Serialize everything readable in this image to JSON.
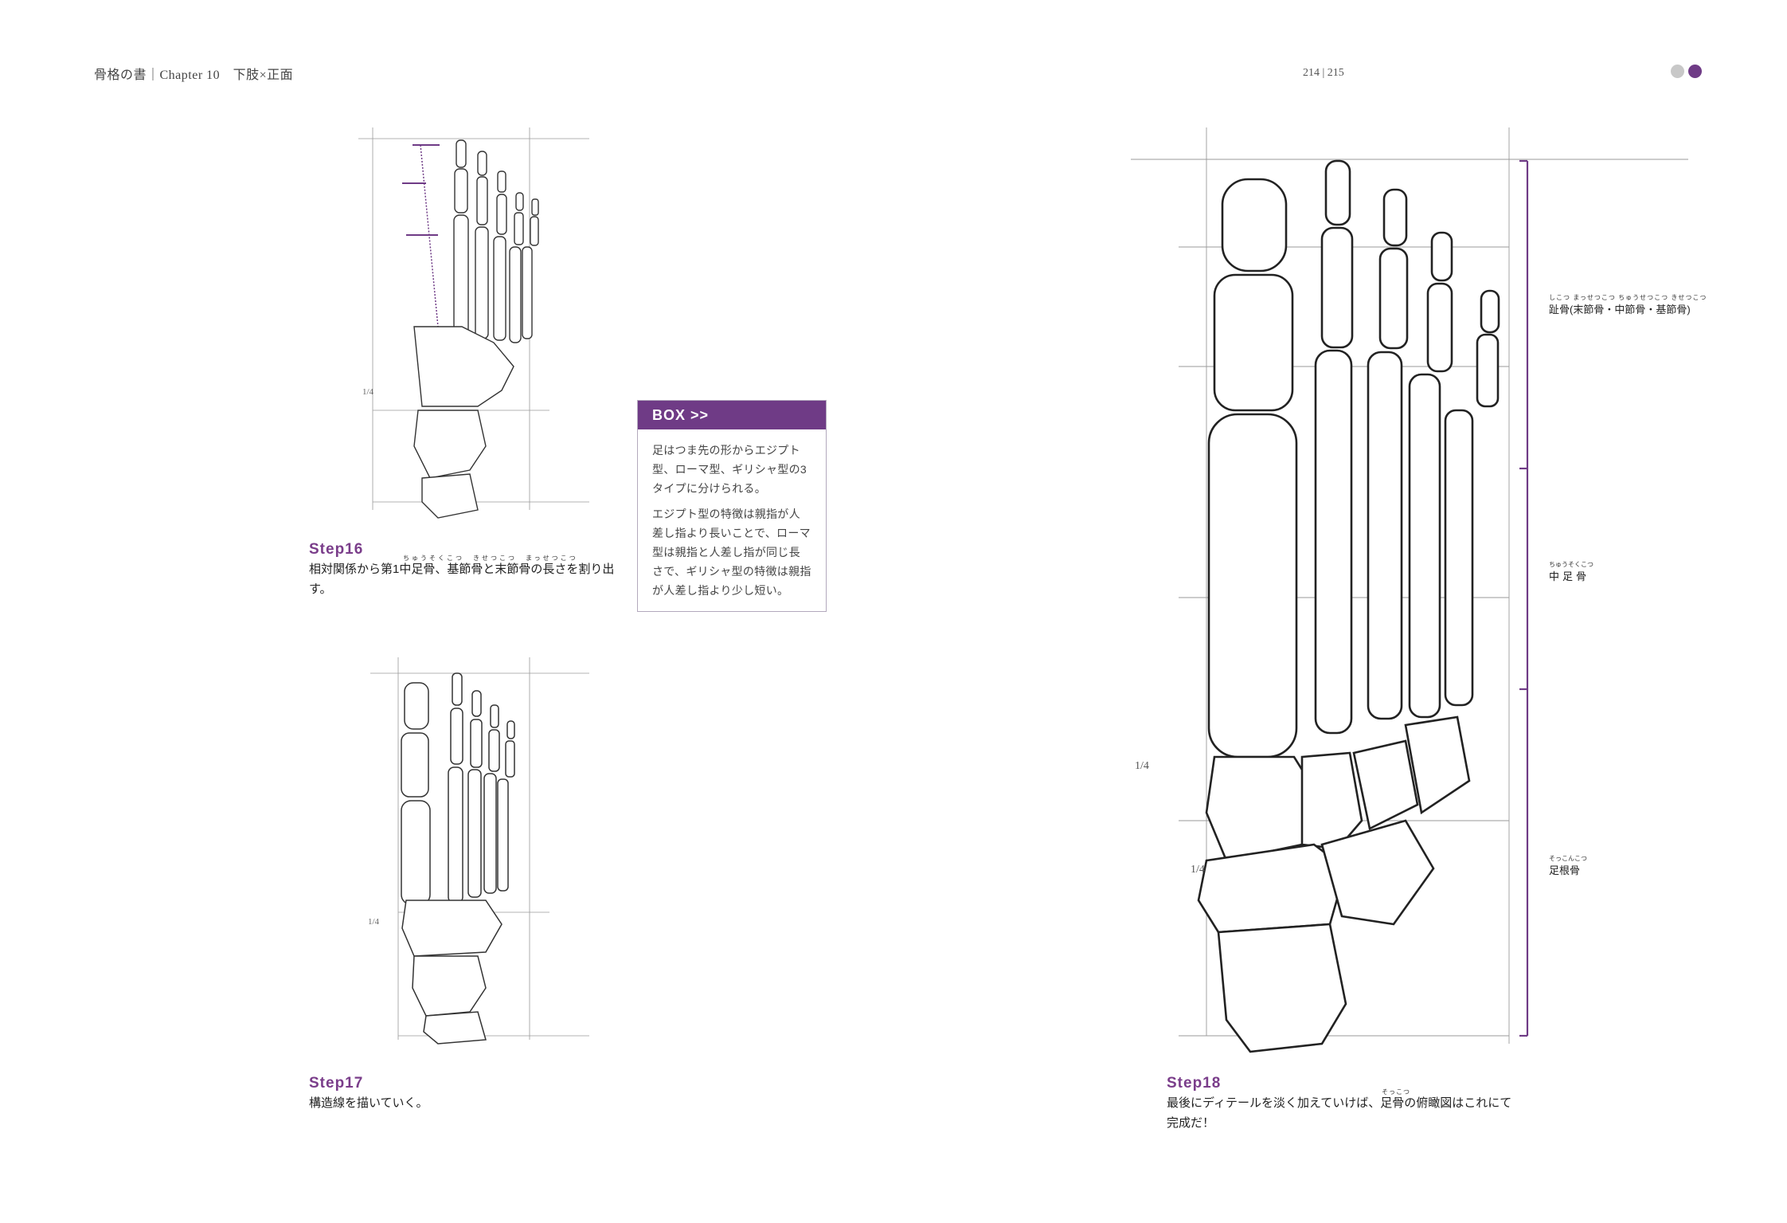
{
  "header": {
    "left": "骨格の書｜Chapter 10　下肢×正面",
    "pages": "214 | 215",
    "dots": [
      "#c8c8c8",
      "#6f3b86"
    ]
  },
  "steps": [
    {
      "title": "Step16",
      "ruby": "ちゅうそくこつ　きせつこつ　まっせつこつ",
      "text": "相対関係から第1中足骨、基節骨と末節骨の長さを割り出す。"
    },
    {
      "title": "Step17",
      "text": "構造線を描いていく。"
    },
    {
      "title": "Step18",
      "ruby": "そっこつ",
      "text": "最後にディテールを淡く加えていけば、足骨の俯瞰図はこれにて完成だ！"
    }
  ],
  "box": {
    "title": "BOX >>",
    "paragraphs": [
      "足はつま先の形からエジプト型、ローマ型、ギリシャ型の3タイプに分けられる。",
      "エジプト型の特徴は親指が人差し指より長いことで、ローマ型は親指と人差し指が同じ長さで、ギリシャ型の特徴は親指が人差し指より少し短い。"
    ]
  },
  "labels": {
    "phalanges": {
      "ruby": "しこつ まっせつこつ ちゅうせつこつ きせつこつ",
      "text": "趾骨(末節骨・中節骨・基節骨)"
    },
    "metatarsals": {
      "ruby": "ちゅうそくこつ",
      "text": "中足骨"
    },
    "tarsals": {
      "ruby": "そっこんこつ",
      "text": "足根骨"
    }
  },
  "sketch_marks": [
    "1/4",
    "1/4",
    "1/4",
    "1/4"
  ],
  "colors": {
    "accent": "#6f3b86",
    "line": "#333333",
    "guide": "#9a9a9a"
  }
}
